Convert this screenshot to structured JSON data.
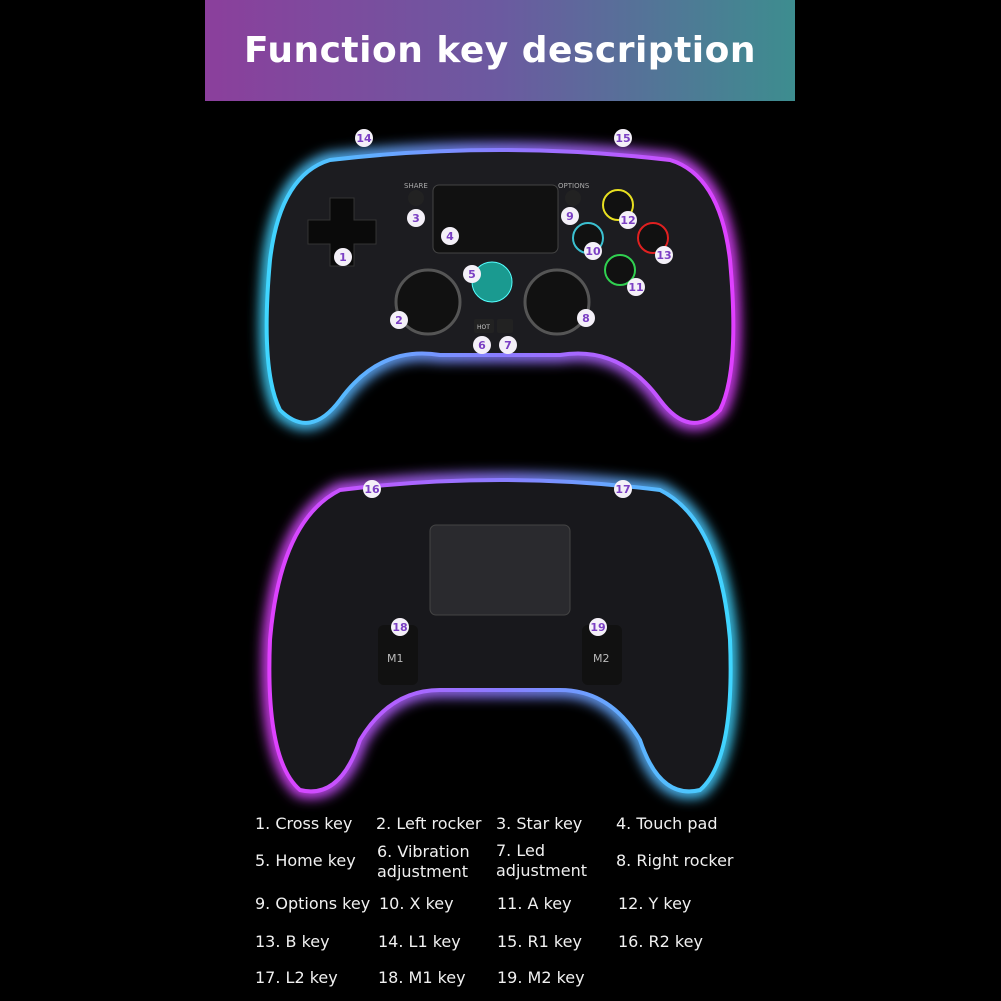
{
  "title": "Function key description",
  "controller_labels": {
    "share": "SHARE",
    "options": "OPTIONS",
    "hot": "HOT",
    "m1": "M1",
    "m2": "M2"
  },
  "colors": {
    "banner_start": "#8b3f9c",
    "banner_end": "#3d8d8f",
    "glow_cyan": "#3fd6ff",
    "glow_magenta": "#e040ff",
    "callout_number": "#7b3fc4"
  },
  "callouts": [
    "1",
    "2",
    "3",
    "4",
    "5",
    "6",
    "7",
    "8",
    "9",
    "10",
    "11",
    "12",
    "13",
    "14",
    "15",
    "16",
    "17",
    "18",
    "19"
  ],
  "legend": [
    "1. Cross key",
    "2. Left rocker",
    "3. Star key",
    "4. Touch pad",
    "5. Home key",
    "6. Vibration\nadjustment",
    "7. Led\nadjustment",
    "8. Right rocker",
    "9. Options key",
    "10. X key",
    "11. A key",
    "12. Y key",
    "13. B key",
    "14. L1 key",
    "15. R1 key",
    "16. R2 key",
    "17. L2 key",
    "18. M1 key",
    "19. M2 key"
  ]
}
